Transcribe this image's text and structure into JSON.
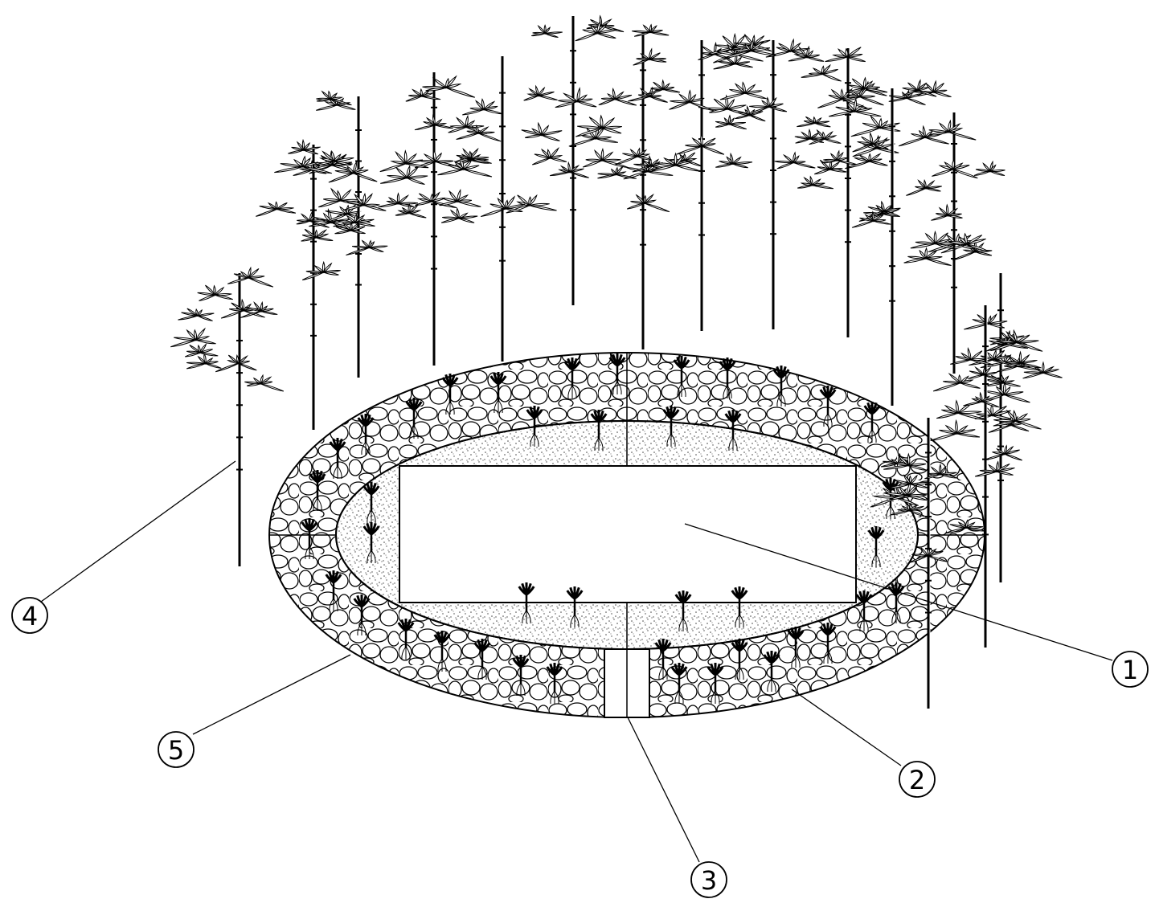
{
  "callouts": [
    {
      "id": "1",
      "label": "1"
    },
    {
      "id": "2",
      "label": "2"
    },
    {
      "id": "3",
      "label": "3"
    },
    {
      "id": "4",
      "label": "4"
    },
    {
      "id": "5",
      "label": "5"
    }
  ],
  "colors": {
    "line": "#000000",
    "background": "#ffffff",
    "sand": "#555555"
  }
}
